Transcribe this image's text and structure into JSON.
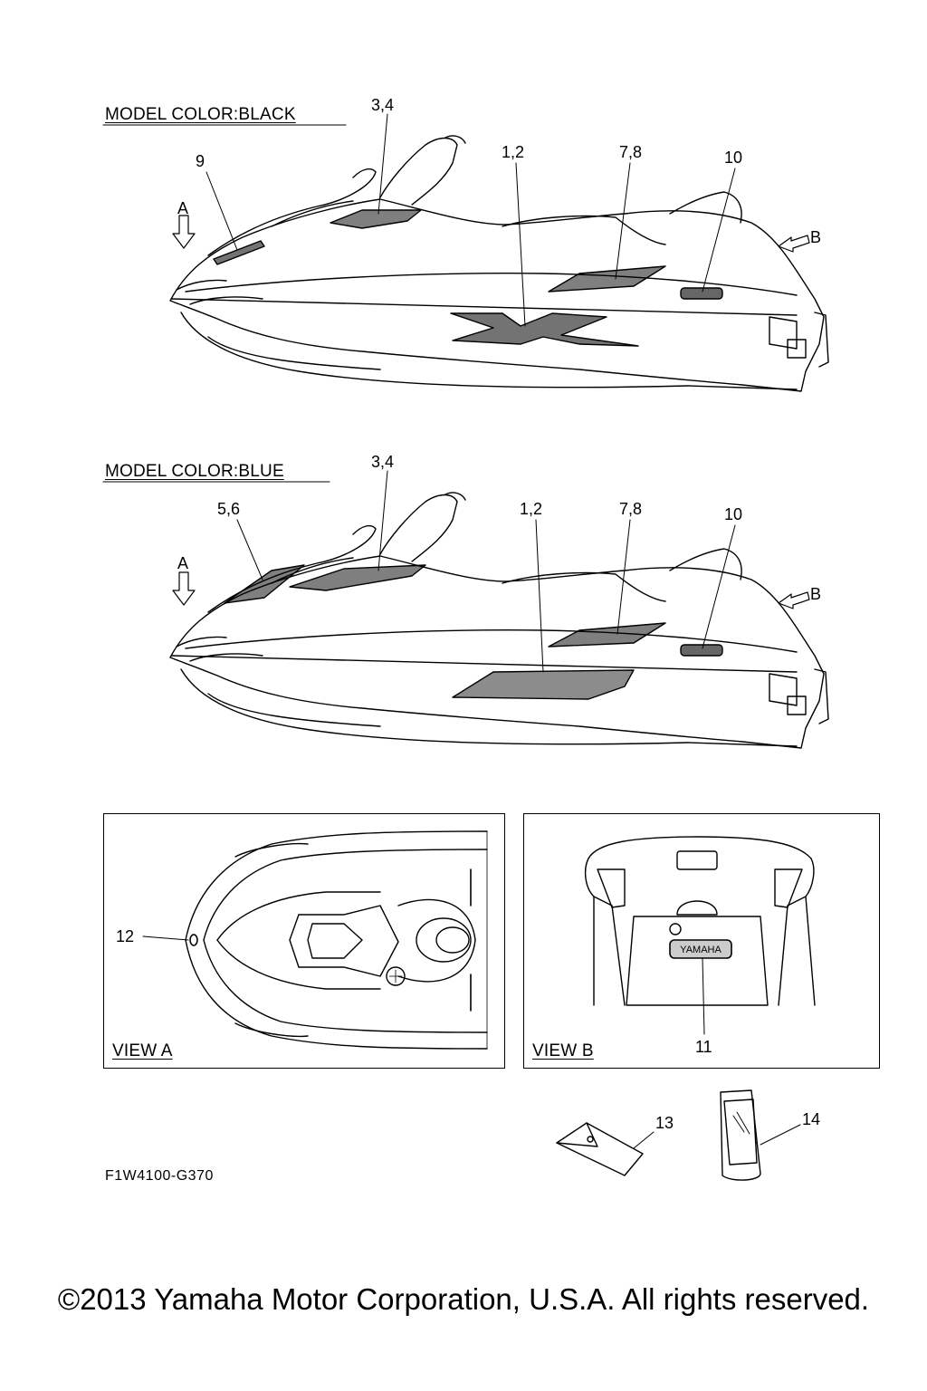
{
  "diagram": {
    "section_black": {
      "title": "MODEL COLOR:BLACK",
      "callouts": [
        "3,4",
        "9",
        "1,2",
        "7,8",
        "10"
      ],
      "view_a_marker": "A",
      "view_b_marker": "B"
    },
    "section_blue": {
      "title": "MODEL COLOR:BLUE",
      "callouts": [
        "3,4",
        "5,6",
        "1,2",
        "7,8",
        "10"
      ],
      "view_a_marker": "A",
      "view_b_marker": "B"
    },
    "view_a": {
      "title": "VIEW A",
      "callout": "12"
    },
    "view_b": {
      "title": "VIEW B",
      "callout": "11",
      "badge": "YAMAHA"
    },
    "loose_parts": [
      "13",
      "14"
    ],
    "figure_code": "F1W4100-G370"
  },
  "footer": {
    "copyright": "©2013 Yamaha Motor Corporation, U.S.A. All rights reserved."
  }
}
